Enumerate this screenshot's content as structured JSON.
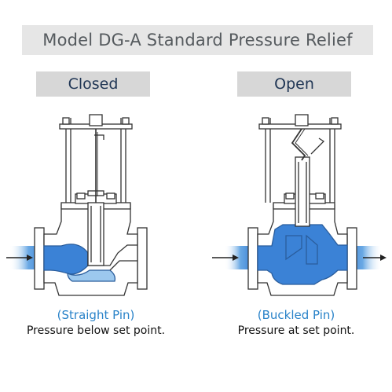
{
  "title": "Model DG-A Standard Pressure Relief",
  "panels": [
    {
      "state": "Closed",
      "pin_label": "(Straight Pin)",
      "pressure_label": "Pressure below set point."
    },
    {
      "state": "Open",
      "pin_label": "(Buckled Pin)",
      "pressure_label": "Pressure at set point."
    }
  ],
  "colors": {
    "fluid": "#3b82d6",
    "fluid_light": "#9cc8ee",
    "outline": "#333333",
    "title_bg": "#e6e6e6",
    "state_bg": "#d7d7d7",
    "pin_text": "#2a83c9"
  }
}
